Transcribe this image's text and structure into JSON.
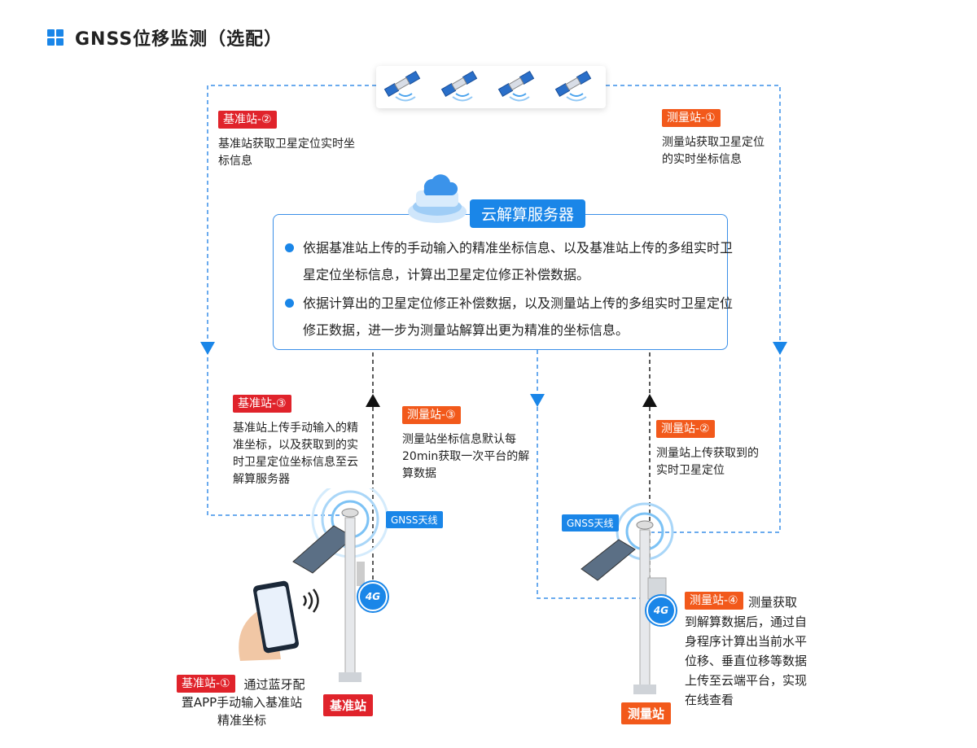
{
  "page": {
    "title": "GNSS位移监测（选配）"
  },
  "cloud": {
    "title": "云解算服务器",
    "bullets": [
      "依据基准站上传的手动输入的精准坐标信息、以及基准站上传的多组实时卫星定位坐标信息，计算出卫星定位修正补偿数据。",
      "依据计算出的卫星定位修正补偿数据，以及测量站上传的多组实时卫星定位修正数据，进一步为测量站解算出更为精准的坐标信息。"
    ]
  },
  "steps": {
    "base2": {
      "tag": "基准站-②",
      "text": "基准站获取卫星定位实时坐标信息"
    },
    "meas1": {
      "tag": "测量站-①",
      "text": "测量站获取卫星定位的实时坐标信息"
    },
    "base3": {
      "tag": "基准站-③",
      "text": "基准站上传手动输入的精准坐标，以及获取到的实时卫星定位坐标信息至云解算服务器"
    },
    "meas3": {
      "tag": "测量站-③",
      "text": "测量站坐标信息默认每20min获取一次平台的解算数据"
    },
    "meas2": {
      "tag": "测量站-②",
      "text": "测量站上传获取到的实时卫星定位"
    },
    "meas4": {
      "tag": "测量站-④",
      "text": "测量获取到解算数据后，通过自身程序计算出当前水平位移、垂直位移等数据上传至云端平台，实现在线查看"
    },
    "base1": {
      "tag": "基准站-①",
      "text": "通过蓝牙配置APP手动输入基准站精准坐标"
    }
  },
  "stations": {
    "base": {
      "label": "基准站",
      "antenna": "GNSS天线",
      "network": "4G"
    },
    "meas": {
      "label": "测量站",
      "antenna": "GNSS天线",
      "network": "4G"
    }
  },
  "colors": {
    "accent": "#1a86e8",
    "base_tag": "#e0232b",
    "meas_tag": "#f2591b"
  },
  "icons": [
    "satellite-icon",
    "cloud-server-icon",
    "smartphone-icon",
    "bluetooth-wave-icon",
    "solar-panel-icon",
    "antenna-icon",
    "4g-icon"
  ]
}
